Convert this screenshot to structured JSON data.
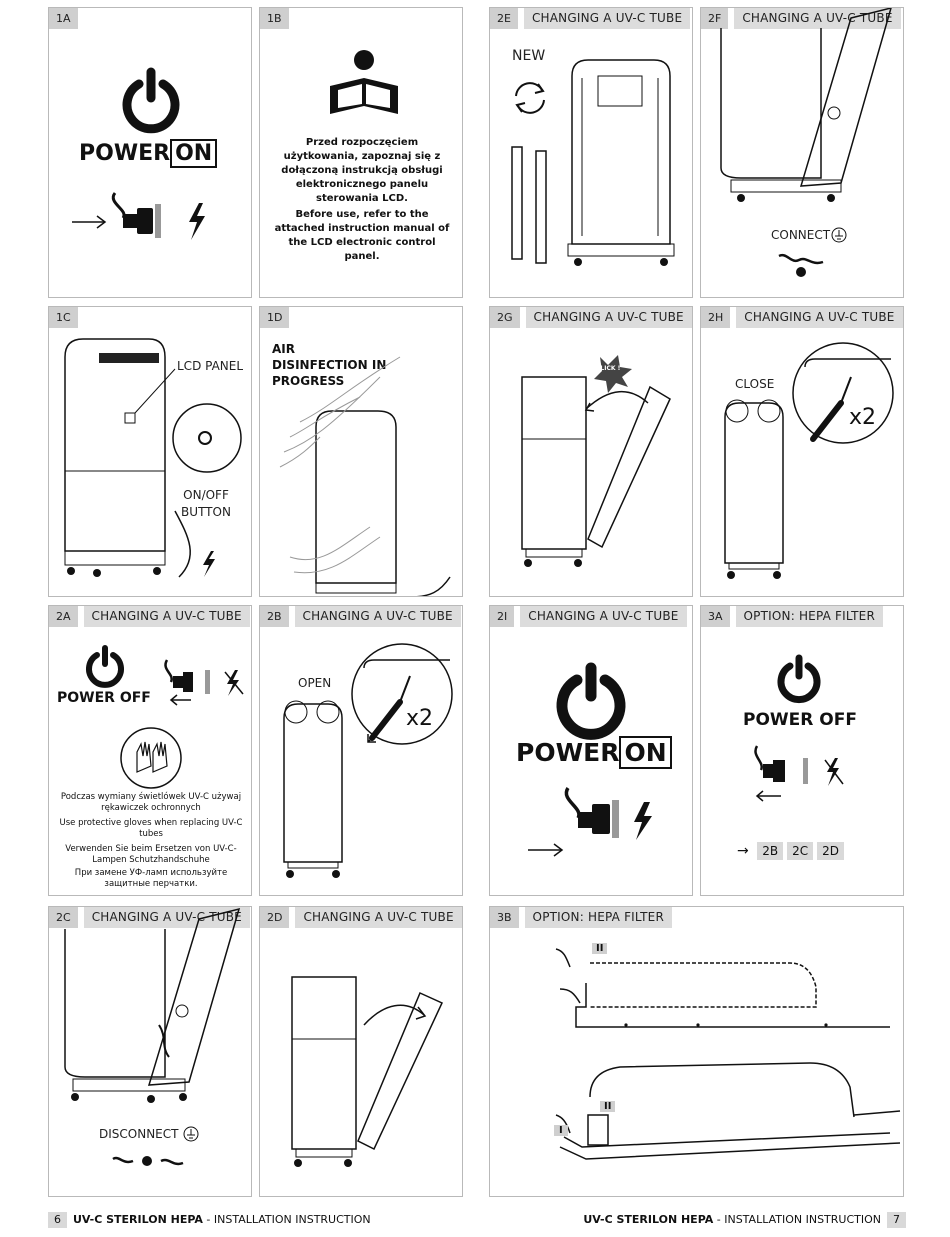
{
  "panels": {
    "p1A": {
      "id": "1A",
      "power_word": "POWER",
      "on_word": "ON"
    },
    "p1B": {
      "id": "1B",
      "text_pl": "Przed rozpoczęciem użytkowania, zapoznaj się z dołączoną instrukcją obsługi elektronicznego panelu sterowania LCD.",
      "text_en": "Before use, refer to the attached instruction manual of the LCD electronic control panel."
    },
    "p2E": {
      "id": "2E",
      "title": "CHANGING A UV-C TUBE",
      "new_label": "NEW"
    },
    "p2F": {
      "id": "2F",
      "title": "CHANGING A UV-C TUBE",
      "connect_label": "CONNECT"
    },
    "p1C": {
      "id": "1C",
      "lcd_label": "LCD PANEL",
      "onoff_label": "ON/OFF BUTTON"
    },
    "p1D": {
      "id": "1D",
      "text": "AIR DISINFECTION IN PROGRESS"
    },
    "p2G": {
      "id": "2G",
      "title": "CHANGING A UV-C TUBE",
      "click_label": "CLICK !"
    },
    "p2H": {
      "id": "2H",
      "title": "CHANGING A UV-C TUBE",
      "close_label": "CLOSE",
      "count_label": "x2"
    },
    "p2A": {
      "id": "2A",
      "title": "CHANGING A UV-C TUBE",
      "power_off": "POWER OFF",
      "gloves_pl": "Podczas wymiany świetlówek UV-C używaj rękawiczek ochronnych",
      "gloves_en": "Use protective gloves when replacing UV-C tubes",
      "gloves_de": "Verwenden Sie beim Ersetzen von UV-C-Lampen Schutzhandschuhe",
      "gloves_ru": "При замене УФ-ламп используйте защитные перчатки."
    },
    "p2B": {
      "id": "2B",
      "title": "CHANGING A UV-C TUBE",
      "open_label": "OPEN",
      "count_label": "x2"
    },
    "p2I": {
      "id": "2I",
      "title": "CHANGING A UV-C TUBE",
      "power_word": "POWER",
      "on_word": "ON"
    },
    "p3A": {
      "id": "3A",
      "title": "OPTION: HEPA FILTER",
      "power_off": "POWER OFF",
      "steps": [
        "2B",
        "2C",
        "2D"
      ]
    },
    "p2C": {
      "id": "2C",
      "title": "CHANGING A UV-C TUBE",
      "disconnect_label": "DISCONNECT"
    },
    "p2D": {
      "id": "2D",
      "title": "CHANGING A UV-C TUBE"
    },
    "p3B": {
      "id": "3B",
      "title": "OPTION: HEPA FILTER",
      "marker_1": "I",
      "marker_2": "II"
    }
  },
  "footer": {
    "left_page": "6",
    "right_page": "7",
    "product": "UV-C STERILON HEPA",
    "suffix": " - INSTALLATION INSTRUCTION"
  }
}
